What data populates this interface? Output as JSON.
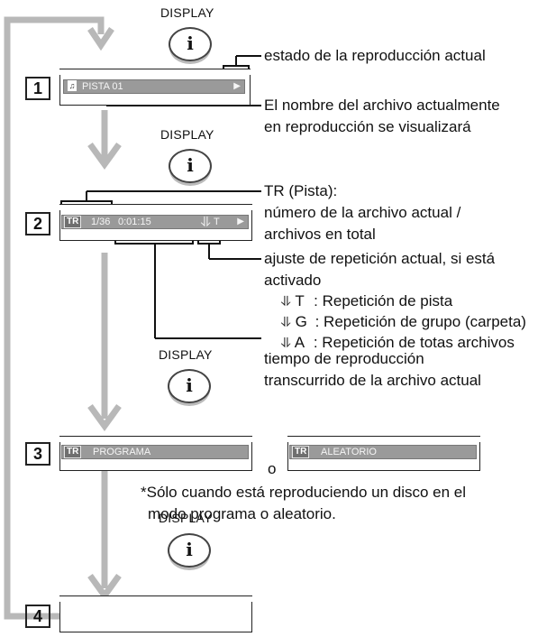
{
  "display_label": "DISPLAY",
  "info_glyph": "i",
  "steps": [
    {
      "number": "1"
    },
    {
      "number": "2"
    },
    {
      "number": "3"
    },
    {
      "number": "4"
    }
  ],
  "step1": {
    "osd_track": "PISTA 01",
    "callout_state": "estado de la reproducción actual",
    "callout_name_line1": "El nombre del archivo actualmente",
    "callout_name_line2": "en reproducción se visualizará"
  },
  "step2": {
    "osd_tag": "TR",
    "osd_count": "1/36",
    "osd_time": "0:01:15",
    "osd_repeat": "T",
    "callout_tr_line1": "TR (Pista):",
    "callout_tr_line2": "número de la archivo actual /",
    "callout_tr_line3": "archivos en total",
    "callout_repeat_line1": "ajuste de repetición actual, si está",
    "callout_repeat_line2": "activado",
    "repeat_modes": [
      {
        "key": "T",
        "desc": ": Repetición de pista"
      },
      {
        "key": "G",
        "desc": ": Repetición de grupo (carpeta)"
      },
      {
        "key": "A",
        "desc": ": Repetición de totas archivos"
      }
    ],
    "callout_time_line1": "tiempo de reproducción",
    "callout_time_line2": "transcurrido de la archivo actual"
  },
  "step3": {
    "osd_tag": "TR",
    "osd_program": "PROGRAMA",
    "or_word": "o",
    "osd_random": "ALEATORIO",
    "note_line1": "*Sólo cuando está reproduciendo un disco en el",
    "note_line2": "modo programa o aleatorio."
  },
  "colors": {
    "arrow": "#b8b8b8",
    "osd_bar": "#9a9a9a",
    "line": "#111111"
  },
  "icons": {
    "info_button": "info-button-icon",
    "repeat_symbol": "repeat-arrow-icon",
    "play_symbol": "play-triangle-icon",
    "disc_symbol": "disc-icon"
  }
}
